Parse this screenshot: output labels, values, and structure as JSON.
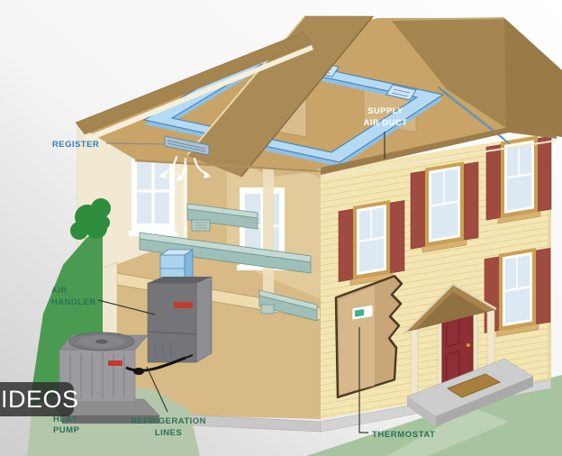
{
  "overlay": {
    "label": "IDEOS"
  },
  "scene": {
    "description": "Cutaway illustration of a two-story house showing a split-system heat pump HVAC installation",
    "labels": {
      "register": {
        "text": "REGISTER"
      },
      "supply_air_duct": {
        "line1": "SUPPLY",
        "line2": "AIR DUCT"
      },
      "air_handler": {
        "line1": "AIR",
        "line2": "HANDLER"
      },
      "heat_pump": {
        "line1": "HEAT",
        "line2": "PUMP"
      },
      "refrigeration_lines": {
        "line1": "REFRIGERATION",
        "line2": "LINES"
      },
      "thermostat": {
        "text": "THERMOSTAT"
      }
    },
    "palette": {
      "label_green": "#2c7156",
      "label_blue": "#2e7ec1",
      "label_white": "#ffffff",
      "leader_dark": "#3a3a2e",
      "leader_gray": "#8c8c8c",
      "duct_blue": "#b5dbf4",
      "duct_teal": "#9fc0b9",
      "roof_brown": "#a5854f",
      "attic_tan": "#c8a468",
      "siding_yellow": "#f4e6b2",
      "shutter_maroon": "#a04b40",
      "door_maroon": "#8e2f35",
      "unit_gray": "#9b9b9f",
      "lawn_green": "#a6c59e",
      "hill_green": "#4a9b51",
      "tree_green": "#2e8c3d",
      "overlay_bg": "rgba(44,44,44,0.82)",
      "overlay_text": "#ffffff"
    }
  }
}
